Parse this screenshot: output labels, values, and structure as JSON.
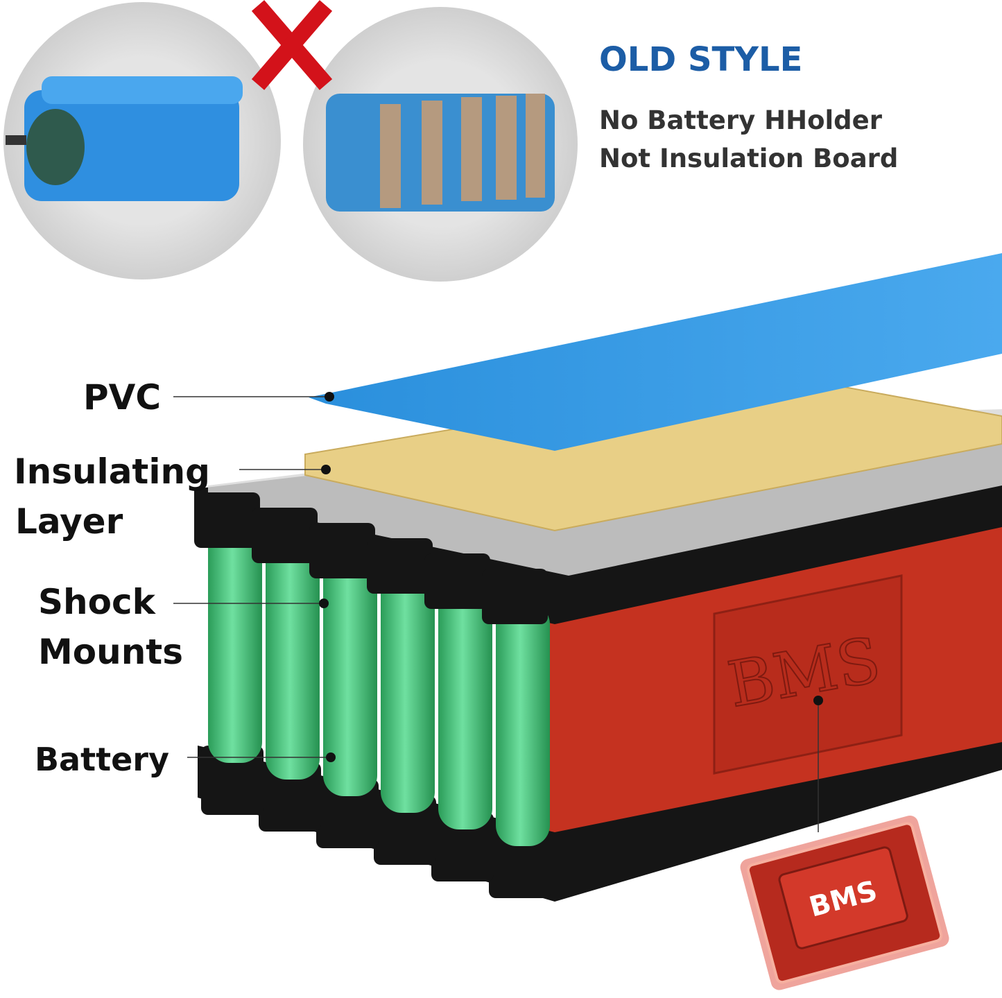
{
  "old_style": {
    "title": "OLD STYLE",
    "lines": [
      "No Battery HHolder",
      "Not Insulation Board"
    ],
    "reject_mark": "X",
    "colors": {
      "title": "#1c5da6",
      "reject_mark": "#d3121a"
    }
  },
  "labels": {
    "pvc": "PVC",
    "insulating": [
      "Insulating",
      "Layer"
    ],
    "shock": [
      "Shock",
      "Mounts"
    ],
    "battery": "Battery",
    "bms_board": "BMS",
    "bms_chip": "BMS"
  },
  "colors": {
    "pvc": "#2f93dc",
    "insulating": "#e8cf86",
    "cells": "#3fbf73",
    "holder": "#151515",
    "bms_side": "#c9321f"
  }
}
